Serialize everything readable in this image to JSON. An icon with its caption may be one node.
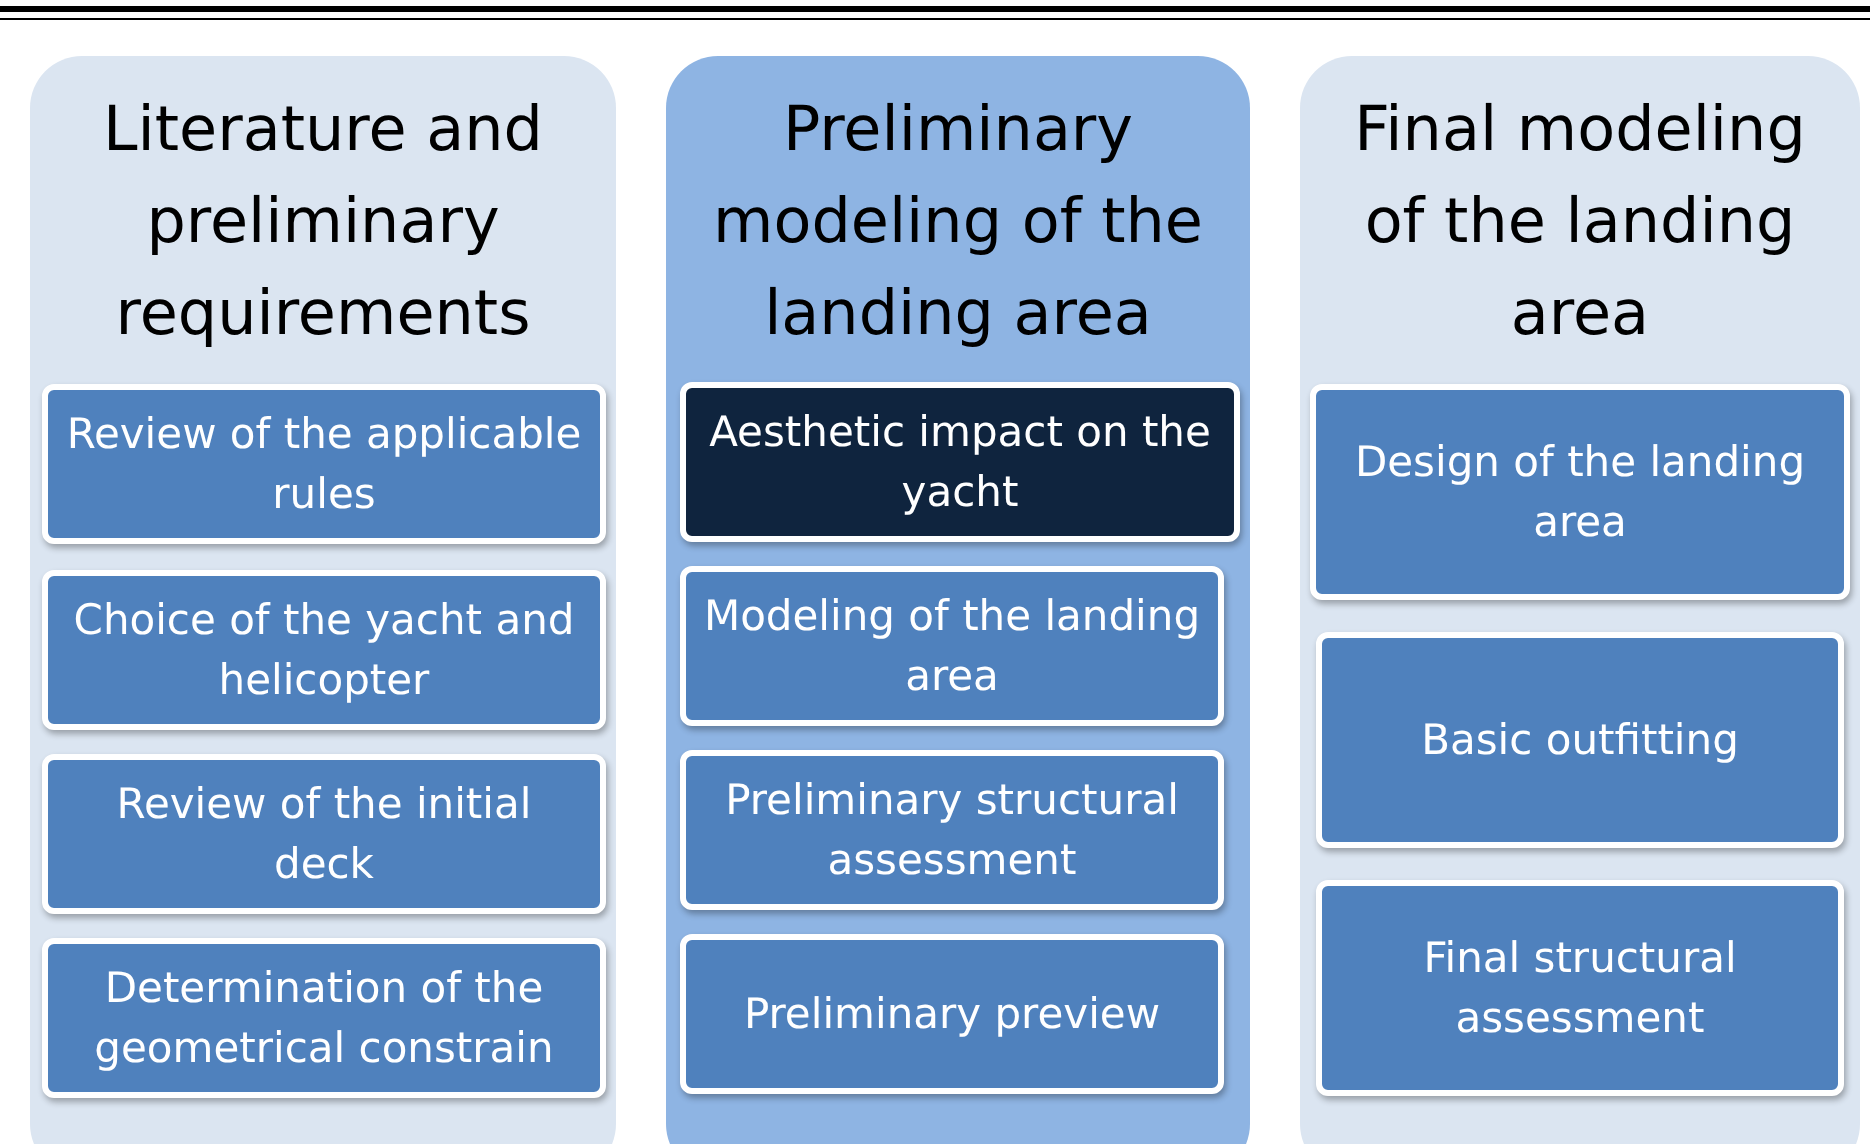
{
  "diagram": {
    "nodes": [
      {
        "text": [
          "Literature and preliminary requirements"
        ]
      },
      {
        "text": [
          "Review of the applicable rules"
        ],
        "in": 0
      },
      {
        "text": [
          "Choice of the yacht and helicopter"
        ],
        "in": 0
      },
      {
        "text": [
          "Review of the initial deck"
        ],
        "in": 0
      },
      {
        "text": [
          "Determination of the geometrical constrain"
        ],
        "in": 0
      },
      {
        "text": [
          "Preliminary modeling of the landing area"
        ]
      },
      {
        "text": [
          "Aesthetic impact on the yacht"
        ],
        "in": 5
      },
      {
        "text": [
          "Modeling of the landing area"
        ],
        "in": 5
      },
      {
        "text": [
          "Preliminary structural assessment"
        ],
        "in": 5
      },
      {
        "text": [
          "Preliminary preview"
        ],
        "in": 5
      },
      {
        "text": [
          "Final modeling of the landing area"
        ]
      },
      {
        "text": [
          "Design of the landing area"
        ],
        "in": 10
      },
      {
        "text": [
          "Basic outfitting"
        ],
        "in": 10
      },
      {
        "text": [
          "Final structural assessment"
        ],
        "in": 10
      }
    ],
    "edges": []
  }
}
